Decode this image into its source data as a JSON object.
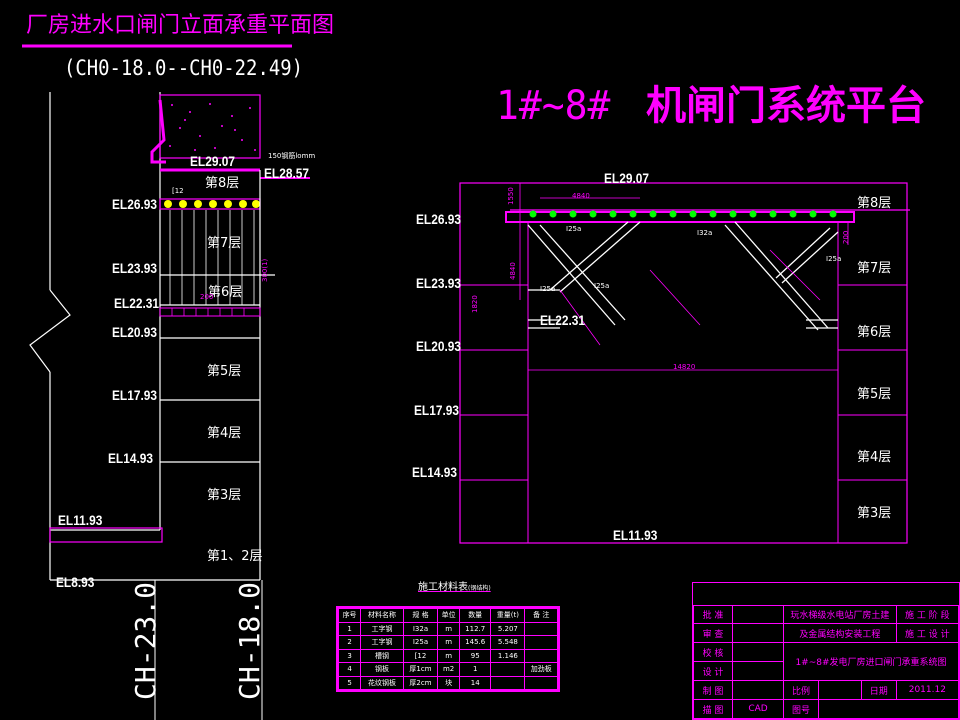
{
  "titles": {
    "left_title": "厂房进水口闸门立面承重平面图",
    "left_subtitle": "(CH0-18.0--CH0-22.49)",
    "right_title_prefix": "1#~8#",
    "right_title_main": "机闸门系统平台"
  },
  "left_elevations": [
    "EL29.07",
    "EL28.57",
    "EL26.93",
    "EL23.93",
    "EL22.31",
    "EL20.93",
    "EL17.93",
    "EL14.93",
    "EL11.93",
    "EL8.93"
  ],
  "left_floors": [
    "第8层",
    "第7层",
    "第6层",
    "第5层",
    "第4层",
    "第3层",
    "第1、2层"
  ],
  "left_small_labels": {
    "top_note": "150钢筋lomm",
    "beam_note": "[12",
    "depth_note": "200",
    "bracket_note": "300(1)"
  },
  "chainage": {
    "left": "CH-23.0",
    "right": "CH-18.0"
  },
  "right_elevations": [
    "EL29.07",
    "EL26.93",
    "EL23.93",
    "EL22.31",
    "EL20.93",
    "EL17.93",
    "EL14.93",
    "EL11.93"
  ],
  "right_floors": [
    "第8层",
    "第7层",
    "第6层",
    "第5层",
    "第4层",
    "第3层"
  ],
  "right_dims": {
    "top_span": "4840",
    "height_left": "4840",
    "bottom_span": "14820",
    "top_h": "1550",
    "right_h": "200",
    "left_h": "1820"
  },
  "right_members": [
    "I25a",
    "I25a",
    "I32a",
    "I25a",
    "I25a"
  ],
  "material_table": {
    "title": "施工材料表",
    "title_note": "(钢结构)",
    "headers": [
      "序号",
      "材料名称",
      "规 格",
      "单位",
      "数量",
      "重量(t)",
      "备 注"
    ],
    "rows": [
      [
        "1",
        "工字钢",
        "I32a",
        "m",
        "112.7",
        "5.207",
        ""
      ],
      [
        "2",
        "工字钢",
        "I25a",
        "m",
        "145.6",
        "5.548",
        ""
      ],
      [
        "3",
        "槽钢",
        "[12",
        "m",
        "95",
        "1.146",
        ""
      ],
      [
        "4",
        "钢板",
        "厚1cm",
        "m2",
        "1",
        "",
        "加劲板"
      ],
      [
        "5",
        "花纹钢板",
        "厚2cm",
        "块",
        "14",
        "",
        ""
      ]
    ]
  },
  "title_block": {
    "r1": [
      "批 准",
      "",
      "玩水梯级水电站厂房土建",
      "施 工 阶 段"
    ],
    "r2": [
      "审 查",
      "",
      "及金属结构安装工程",
      "施 工 设 计"
    ],
    "r3": [
      "校 核"
    ],
    "r4": [
      "设 计",
      "",
      "1#~8#发电厂房进口闸门承重系统图"
    ],
    "r5": [
      "制 图",
      "",
      "比例",
      "",
      "日期",
      "2011.12"
    ],
    "r6": [
      "描 图",
      "CAD",
      "图号",
      ""
    ]
  }
}
